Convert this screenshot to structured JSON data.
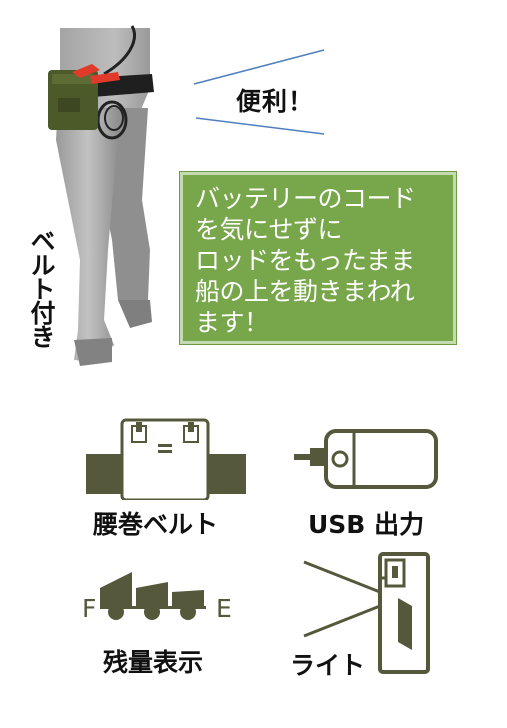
{
  "speech": {
    "text": "便利！"
  },
  "side_label": {
    "text": "ベルト付き"
  },
  "callout": {
    "lines": [
      "バッテリーのコード",
      "を気にせずに",
      "ロッドをもったまま",
      "船の上を動きまわれ",
      "ます！"
    ]
  },
  "features": [
    {
      "label": "腰巻ベルト",
      "icon": "belt-icon"
    },
    {
      "label": "USB 出力",
      "icon": "usb-port-icon"
    },
    {
      "label": "残量表示",
      "icon": "battery-level-icon"
    },
    {
      "label": "ライト",
      "icon": "light-icon"
    }
  ],
  "gauge": {
    "empty_letter": "F",
    "full_letter": "E"
  },
  "colors": {
    "icon_olive": "#55583b",
    "callout_green": "#78a64a",
    "speech_lines": "#4f7fc0"
  }
}
